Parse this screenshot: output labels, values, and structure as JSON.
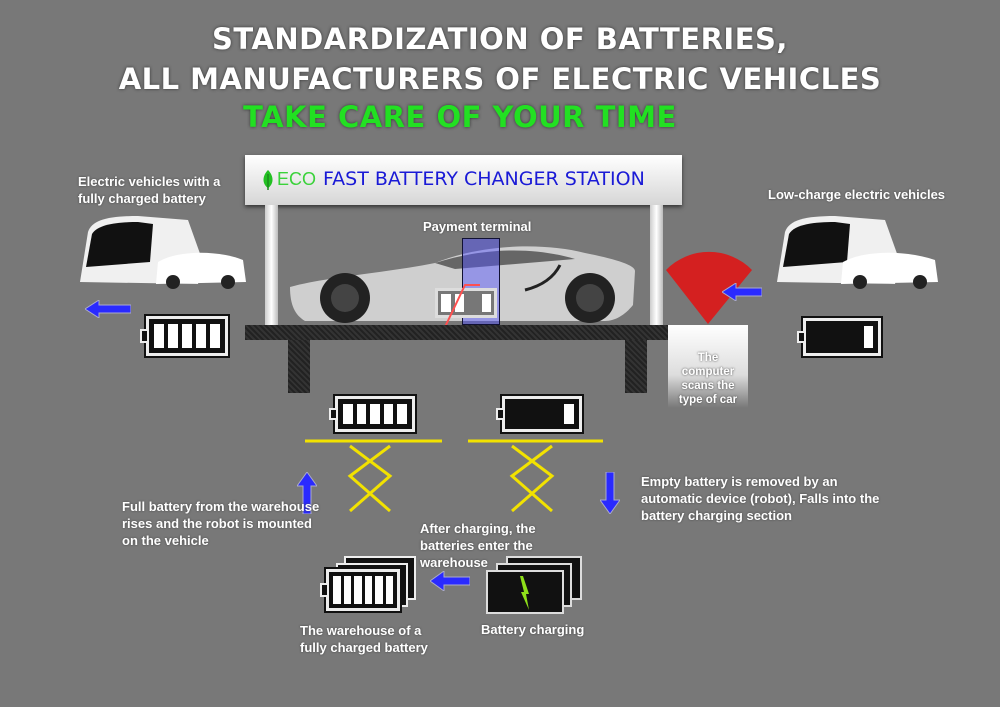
{
  "header": {
    "line1": "STANDARDIZATION OF BATTERIES,",
    "line2": "ALL MANUFACTURERS OF ELECTRIC VEHICLES",
    "line3": "TAKE CARE OF YOUR TIME"
  },
  "station": {
    "eco_label": "ECO",
    "name": "FAST BATTERY CHANGER STATION",
    "payment_terminal": "Payment terminal",
    "scanner_text": "The computer scans the type of car"
  },
  "labels": {
    "charged_vehicles": "Electric vehicles with a fully charged battery",
    "low_vehicles": "Low-charge electric vehicles",
    "full_rises": "Full battery from the warehouse rises and the robot is mounted on the vehicle",
    "empty_removed": "Empty battery is removed by an automatic device (robot), Falls into the battery charging section",
    "after_charging": "After charging, the batteries enter the warehouse",
    "warehouse": "The warehouse of a fully charged battery",
    "charging": "Battery charging"
  },
  "batteries": {
    "exit_vehicle": {
      "cells": 5,
      "filled": 5
    },
    "in_car": {
      "cells": 4,
      "filled": 3
    },
    "incoming_vehicle": {
      "cells": 5,
      "filled": 1
    },
    "lift_full": {
      "cells": 5,
      "filled": 5
    },
    "lift_empty": {
      "cells": 5,
      "filled": 1
    },
    "warehouse": {
      "cells": 6,
      "filled": 6
    }
  },
  "colors": {
    "background": "#787878",
    "accent_green": "#22e022",
    "sign_blue": "#1a1ad6",
    "arrow_blue": "#2a2aff",
    "scanner_red": "#d42020",
    "lift_yellow": "#f2e200"
  }
}
